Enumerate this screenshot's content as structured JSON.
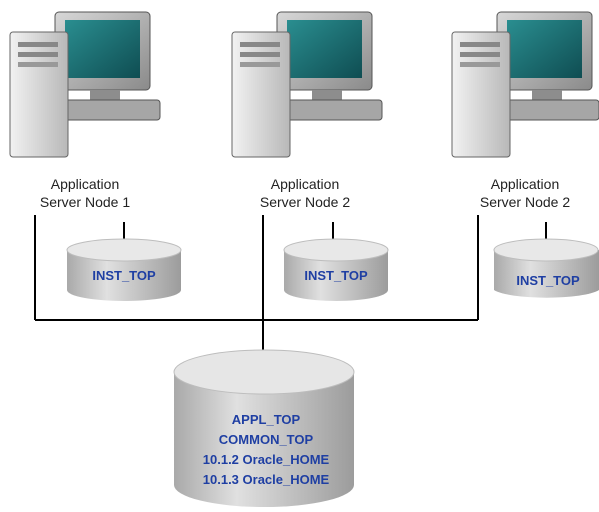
{
  "nodes": [
    {
      "line1": "Application",
      "line2": "Server Node 1",
      "disk_label": "INST_TOP",
      "icon": "computer-icon"
    },
    {
      "line1": "Application",
      "line2": "Server Node 2",
      "disk_label": "INST_TOP",
      "icon": "computer-icon"
    },
    {
      "line1": "Application",
      "line2": "Server Node 2",
      "disk_label": "INST_TOP",
      "icon": "computer-icon"
    }
  ],
  "shared_storage": {
    "lines": [
      "APPL_TOP",
      "COMMON_TOP",
      "10.1.2 Oracle_HOME",
      "10.1.3 Oracle_HOME"
    ],
    "icon": "database-icon"
  },
  "colors": {
    "label_text": "#1f3fa3",
    "disk_fill": "#c9c9c9",
    "disk_top": "#e6e6e6",
    "line": "#000000",
    "screen": "#1c6e72"
  }
}
